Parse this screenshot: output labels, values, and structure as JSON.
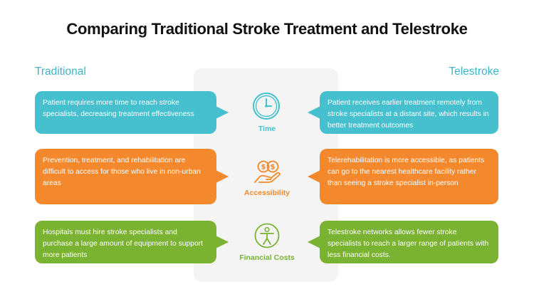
{
  "title": "Comparing Traditional Stroke Treatment and Telestroke",
  "columns": {
    "left": "Traditional",
    "right": "Telestroke"
  },
  "rows": [
    {
      "category": "Time",
      "icon": "clock-icon",
      "color": "#46c0cf",
      "traditional": "Patient requires more time to reach stroke specialists, decreasing treatment effectiveness",
      "telestroke": "Patient receives earlier treatment remotely from stroke specialists at a distant site, which results in better treatment outcomes"
    },
    {
      "category": "Accessibility",
      "icon": "hand-coins-icon",
      "color": "#f3882c",
      "traditional": "Prevention, treatment, and rehabilitation are difficult to access for those who live in non-urban areas",
      "telestroke": "Telerehabilitation is more accessible, as patients can go to the nearest healthcare facility rather than seeing a stroke specialist in-person"
    },
    {
      "category": "Financial Costs",
      "icon": "person-circle-icon",
      "color": "#7ab332",
      "traditional": "Hospitals must hire stroke specialists and purchase a large amount of equipment to support more patients",
      "telestroke": "Telestroke networks allows fewer stroke specialists to reach a larger range of patients with less financial costs."
    }
  ]
}
